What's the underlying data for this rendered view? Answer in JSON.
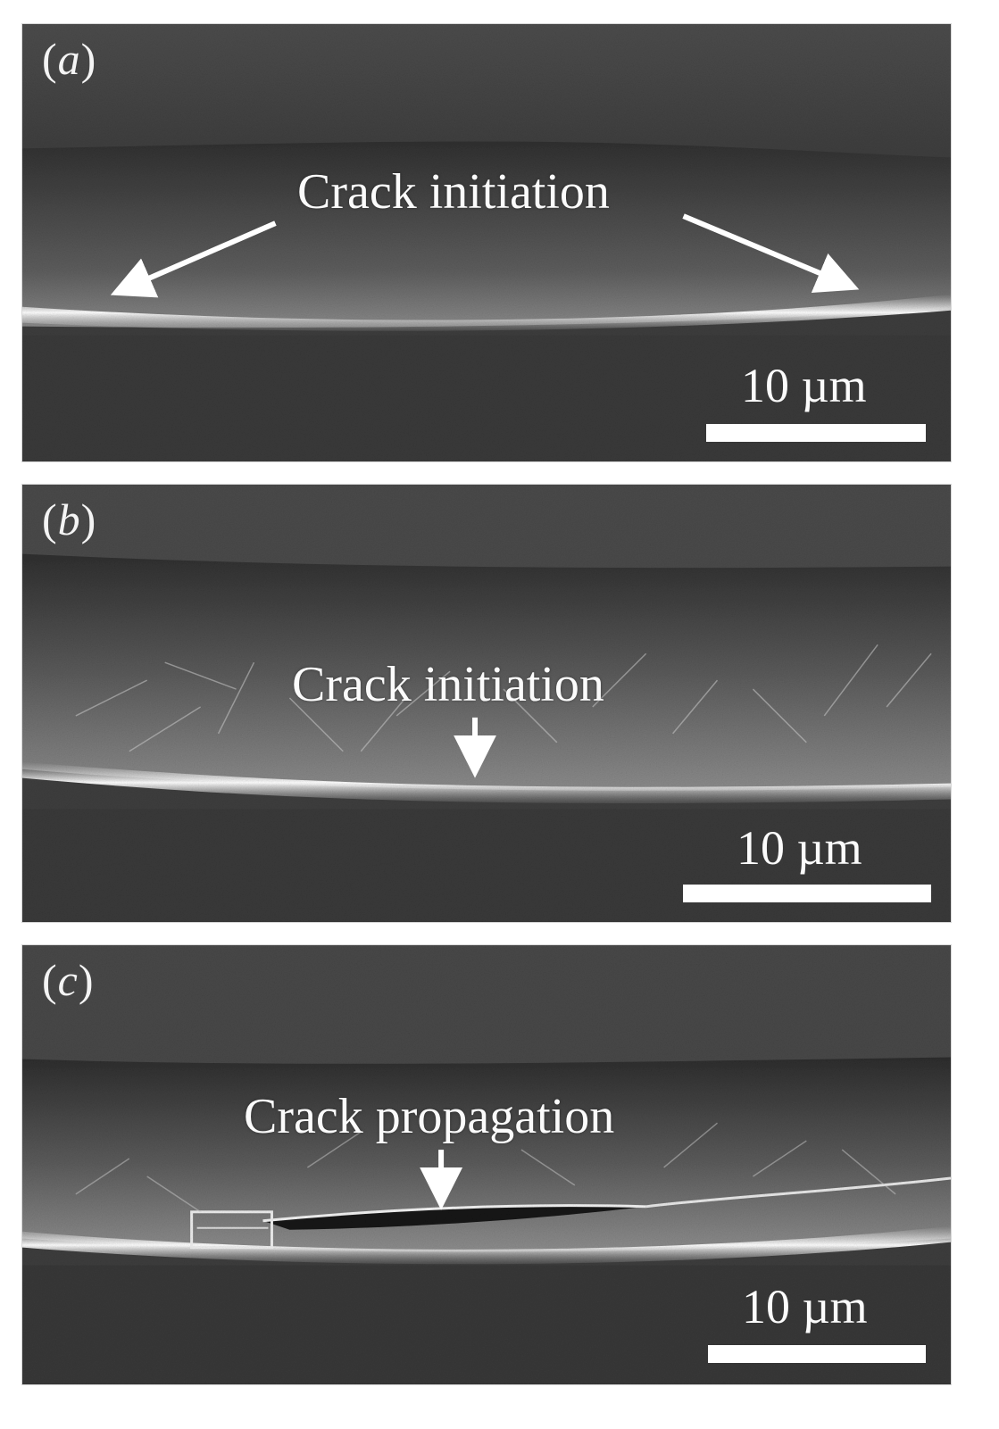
{
  "panels": [
    {
      "label_open": "(",
      "label_letter": "a",
      "label_close": ")",
      "annotation": "Crack initiation",
      "scale_text": "10 µm"
    },
    {
      "label_open": "(",
      "label_letter": "b",
      "label_close": ")",
      "annotation": "Crack initiation",
      "scale_text": "10 µm"
    },
    {
      "label_open": "(",
      "label_letter": "c",
      "label_close": ")",
      "annotation": "Crack propagation",
      "scale_text": "10 µm"
    }
  ],
  "colors": {
    "background": "#ffffff",
    "sem_dark": "#2c2c2c",
    "sem_mid": "#4a4a4a",
    "highlight": "#f5f5f5"
  }
}
